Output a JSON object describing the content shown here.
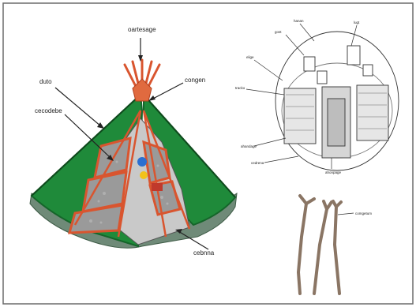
{
  "tipi_labels": {
    "top": "oartesage",
    "right_upper": "congen",
    "left_upper": "duto",
    "left_middle": "cecodebe",
    "bottom_right": "cebnna"
  },
  "plan_labels": {
    "top_left": "hanan",
    "top_mid": "gost",
    "top_right": "lugt",
    "left_upper": "elige",
    "left_mid": "tracko",
    "left_low1": "ahandage",
    "left_low2": "cedrena",
    "bottom": "ahonpage"
  },
  "poles_label": "comgetum",
  "colors": {
    "cover_green": "#1f8a3a",
    "dark_green": "#15652a",
    "frame_red": "#d9552f",
    "stone_gray": "#8c8c8c",
    "border": "#6b6b6b"
  }
}
